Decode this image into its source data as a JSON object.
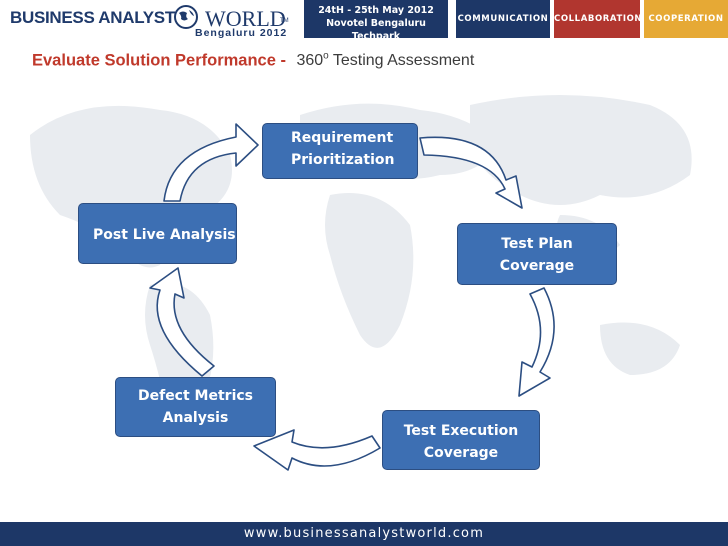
{
  "header": {
    "logo": {
      "business_analyst": "BUSINESS ANALYST",
      "world": "WORLD",
      "tm": "TM",
      "city_year": "Bengaluru 2012"
    },
    "event": {
      "dates": "24tH - 25th May 2012",
      "venue": "Novotel Bengaluru Techpark"
    },
    "tags": [
      "COMMUNICATION",
      "COLLABORATION",
      "COOPERATION"
    ],
    "colors": {
      "navy": "#1d3767",
      "red": "#b1362f",
      "gold": "#e6a935"
    }
  },
  "title": {
    "main": "Evaluate Solution Performance -",
    "sub_prefix": "360",
    "sub_sup": "o",
    "sub_suffix": " Testing Assessment"
  },
  "cycle": {
    "requirement_line1": "Requirement",
    "requirement_line2": "Prioritization",
    "test_plan_line1": "Test Plan",
    "test_plan_line2": "Coverage",
    "test_execution_line1": "Test Execution",
    "test_execution_line2": "Coverage",
    "defect_line1": "Defect Metrics",
    "defect_line2": "Analysis",
    "post_live": "Post Live Analysis",
    "box_color": "#3d6fb3"
  },
  "footer": {
    "url": "www.businessanalystworld.com"
  }
}
